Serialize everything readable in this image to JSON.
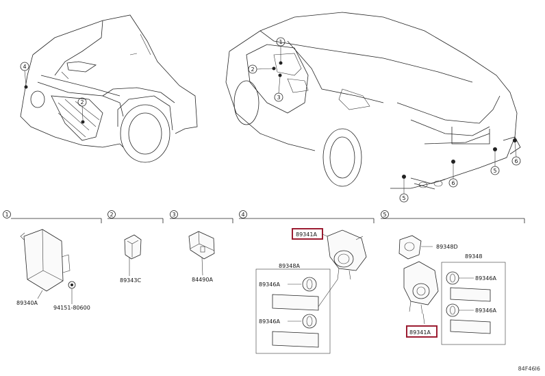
{
  "diagram_code": "84F46I6",
  "callouts": {
    "front": [
      "4",
      "2"
    ],
    "rear_interior": [
      "1",
      "2",
      "3"
    ],
    "rear_exterior": [
      "5",
      "6",
      "5",
      "6"
    ]
  },
  "sections": [
    {
      "number": "1",
      "parts": [
        "89340A",
        "94151-80600"
      ]
    },
    {
      "number": "2",
      "parts": [
        "89343C"
      ]
    },
    {
      "number": "3",
      "parts": [
        "84490A"
      ]
    },
    {
      "number": "4",
      "parts": [
        "89341A",
        "89348A",
        "89346A",
        "89346A"
      ]
    },
    {
      "number": "5",
      "parts": [
        "89348D",
        "89348",
        "89346A",
        "89346A",
        "89341A"
      ]
    }
  ],
  "highlight_color": "#9b1b30"
}
